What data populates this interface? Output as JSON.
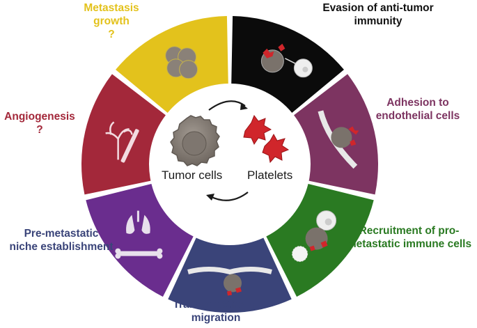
{
  "center": {
    "tumor_label": "Tumor cells",
    "platelet_label": "Platelets"
  },
  "stages": [
    {
      "id": "evasion",
      "line1": "Evasion of anti-tumor",
      "line2": "immunity",
      "color": "#0b0b0b",
      "text_color": "#111111"
    },
    {
      "id": "adhesion",
      "line1": "Adhesion to",
      "line2": "endothelial cells",
      "color": "#7d3461",
      "text_color": "#7d3461"
    },
    {
      "id": "recruitment",
      "line1": "Recruitment of pro-",
      "line2": "metastatic immune cells",
      "color": "#2a7a22",
      "text_color": "#2a7a22"
    },
    {
      "id": "transendothelial",
      "line1": "Transendothelial",
      "line2": "migration",
      "color": "#3a4479",
      "text_color": "#3a4479"
    },
    {
      "id": "premetastatic",
      "line1": "Pre-metastatic",
      "line2": "niche establishment",
      "color": "#6a2d8e",
      "text_color": "#3a4479"
    },
    {
      "id": "angiogenesis",
      "line1": "Angiogenesis",
      "line2": "?",
      "color": "#a3283a",
      "text_color": "#a3283a"
    },
    {
      "id": "metastasis",
      "line1": "Metastasis",
      "line2": "growth",
      "line3": "?",
      "color": "#e3c21c",
      "text_color": "#e3c21c"
    }
  ]
}
